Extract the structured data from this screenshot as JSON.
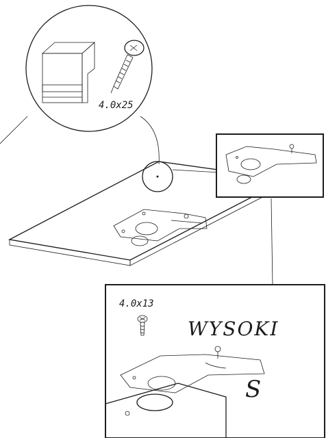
{
  "diagram": {
    "screw_large_size": "4.0x25",
    "screw_small_size": "4.0x13",
    "variant_label": "WYSOKI",
    "variant_mark": "S",
    "icons": [
      "cam-block-icon",
      "long-screw-icon",
      "short-screw-icon"
    ],
    "line_color": "#1c1c1c",
    "background_color": "#ffffff"
  }
}
